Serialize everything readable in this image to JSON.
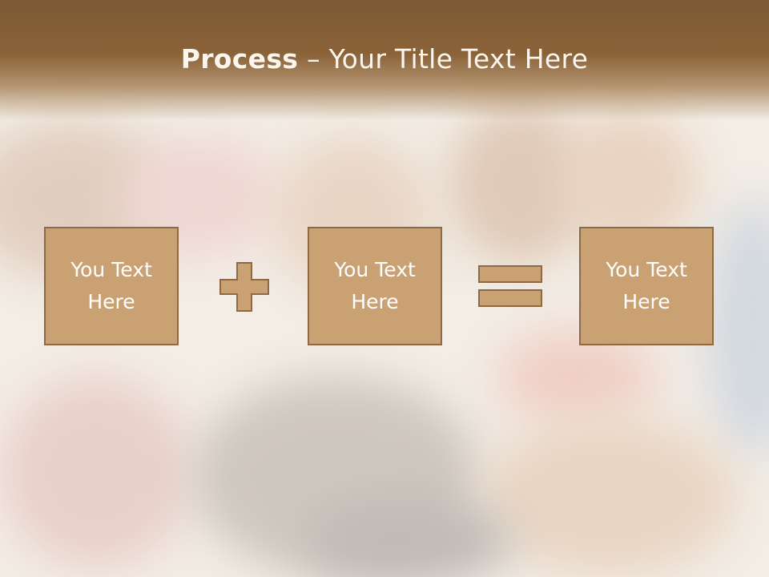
{
  "slide": {
    "title_bold": "Process",
    "title_rest": " – Your Title Text Here"
  },
  "process": {
    "box_1": "You Text\nHere",
    "box_2": "You Text\nHere",
    "box_3": "You Text\nHere",
    "operator_1": "plus-icon",
    "operator_2": "equals-icon"
  },
  "colors": {
    "title_band": "#8a6238",
    "box_fill": "#caa173",
    "box_border": "#8b6a45",
    "title_text": "#fbf6ee"
  }
}
